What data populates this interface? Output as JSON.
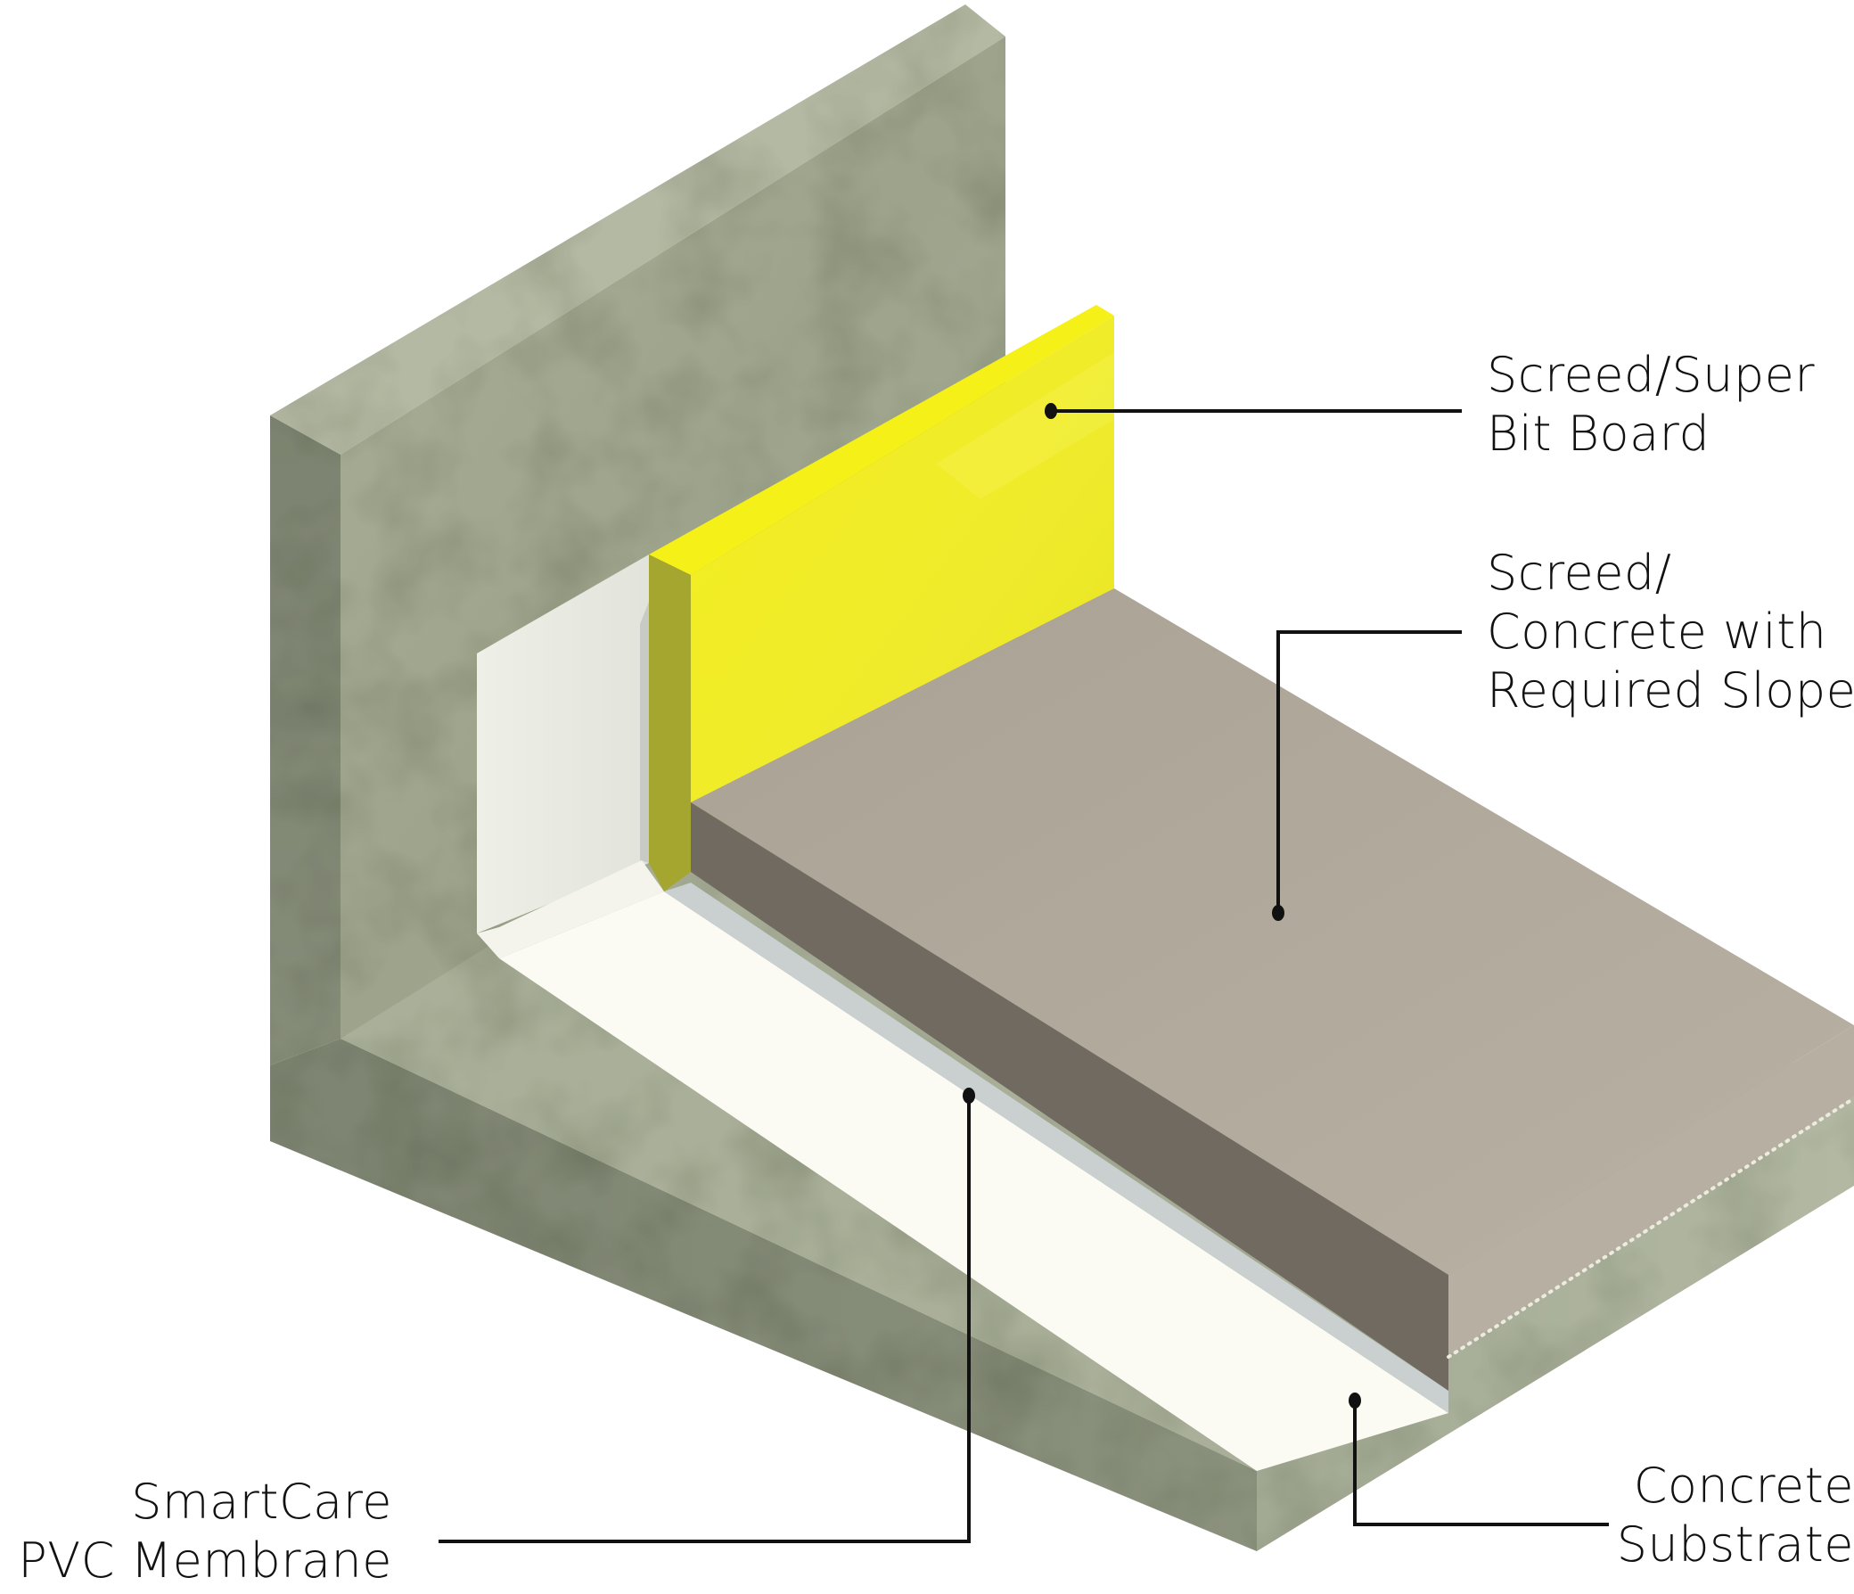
{
  "diagram": {
    "title": "",
    "colors": {
      "background": "#ffffff",
      "concrete_top": "#a9ae98",
      "concrete_front": "#9da38d",
      "concrete_side": "#7f8673",
      "concrete_dark": "#737a68",
      "membrane_white": "#fbfbf3",
      "membrane_wall": "#e6e8df",
      "membrane_shadow": "#c9ccc6",
      "board_yellow": "#ede928",
      "board_yellow_edge": "#a5a72e",
      "screed_top": "#b1a99b",
      "screed_side": "#716a60",
      "leader_line": "#111111",
      "text": "#111111"
    },
    "labels": [
      {
        "id": "screed-super-bit-board",
        "lines": [
          "Screed/Super",
          "Bit Board"
        ]
      },
      {
        "id": "screed-concrete-slope",
        "lines": [
          "Screed/",
          "Concrete with",
          "Required Slope"
        ]
      },
      {
        "id": "smartcare-pvc-membrane",
        "lines": [
          "SmartCare",
          "PVC Membrane"
        ]
      },
      {
        "id": "concrete-substrate",
        "lines": [
          "Concrete",
          "Substrate"
        ]
      }
    ]
  }
}
